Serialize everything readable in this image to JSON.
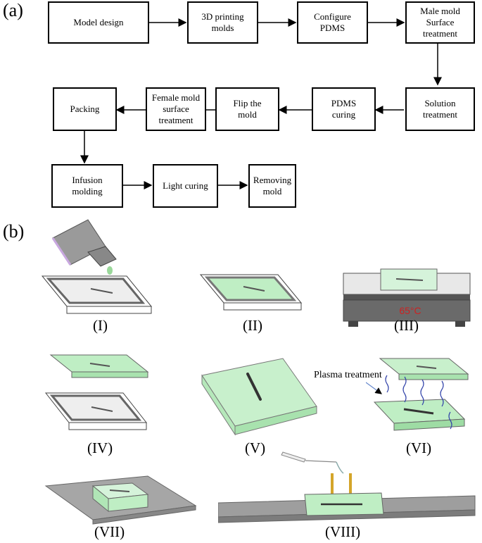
{
  "panels": {
    "a": "(a)",
    "b": "(b)"
  },
  "flow_steps": [
    "Model design",
    "3D printing\nmolds",
    "Configure\nPDMS",
    "Male mold\nSurface\ntreatment",
    "Solution\ntreatment",
    "PDMS\ncuring",
    "Flip the\nmold",
    "Female mold\nsurface\ntreatment",
    "Packing",
    "Infusion\nmolding",
    "Light curing",
    "Removing\nmold"
  ],
  "stage_labels": [
    "(I)",
    "(II)",
    "(III)",
    "(IV)",
    "(V)",
    "(VI)",
    "(VII)",
    "(VIII)"
  ],
  "annotations": {
    "temperature": "65°C",
    "plasma": "Plasma treatment"
  },
  "colors": {
    "pdms_green": "#b9ecc0",
    "mold_gray": "#8a8a8a",
    "heater_red": "#cc2222"
  }
}
